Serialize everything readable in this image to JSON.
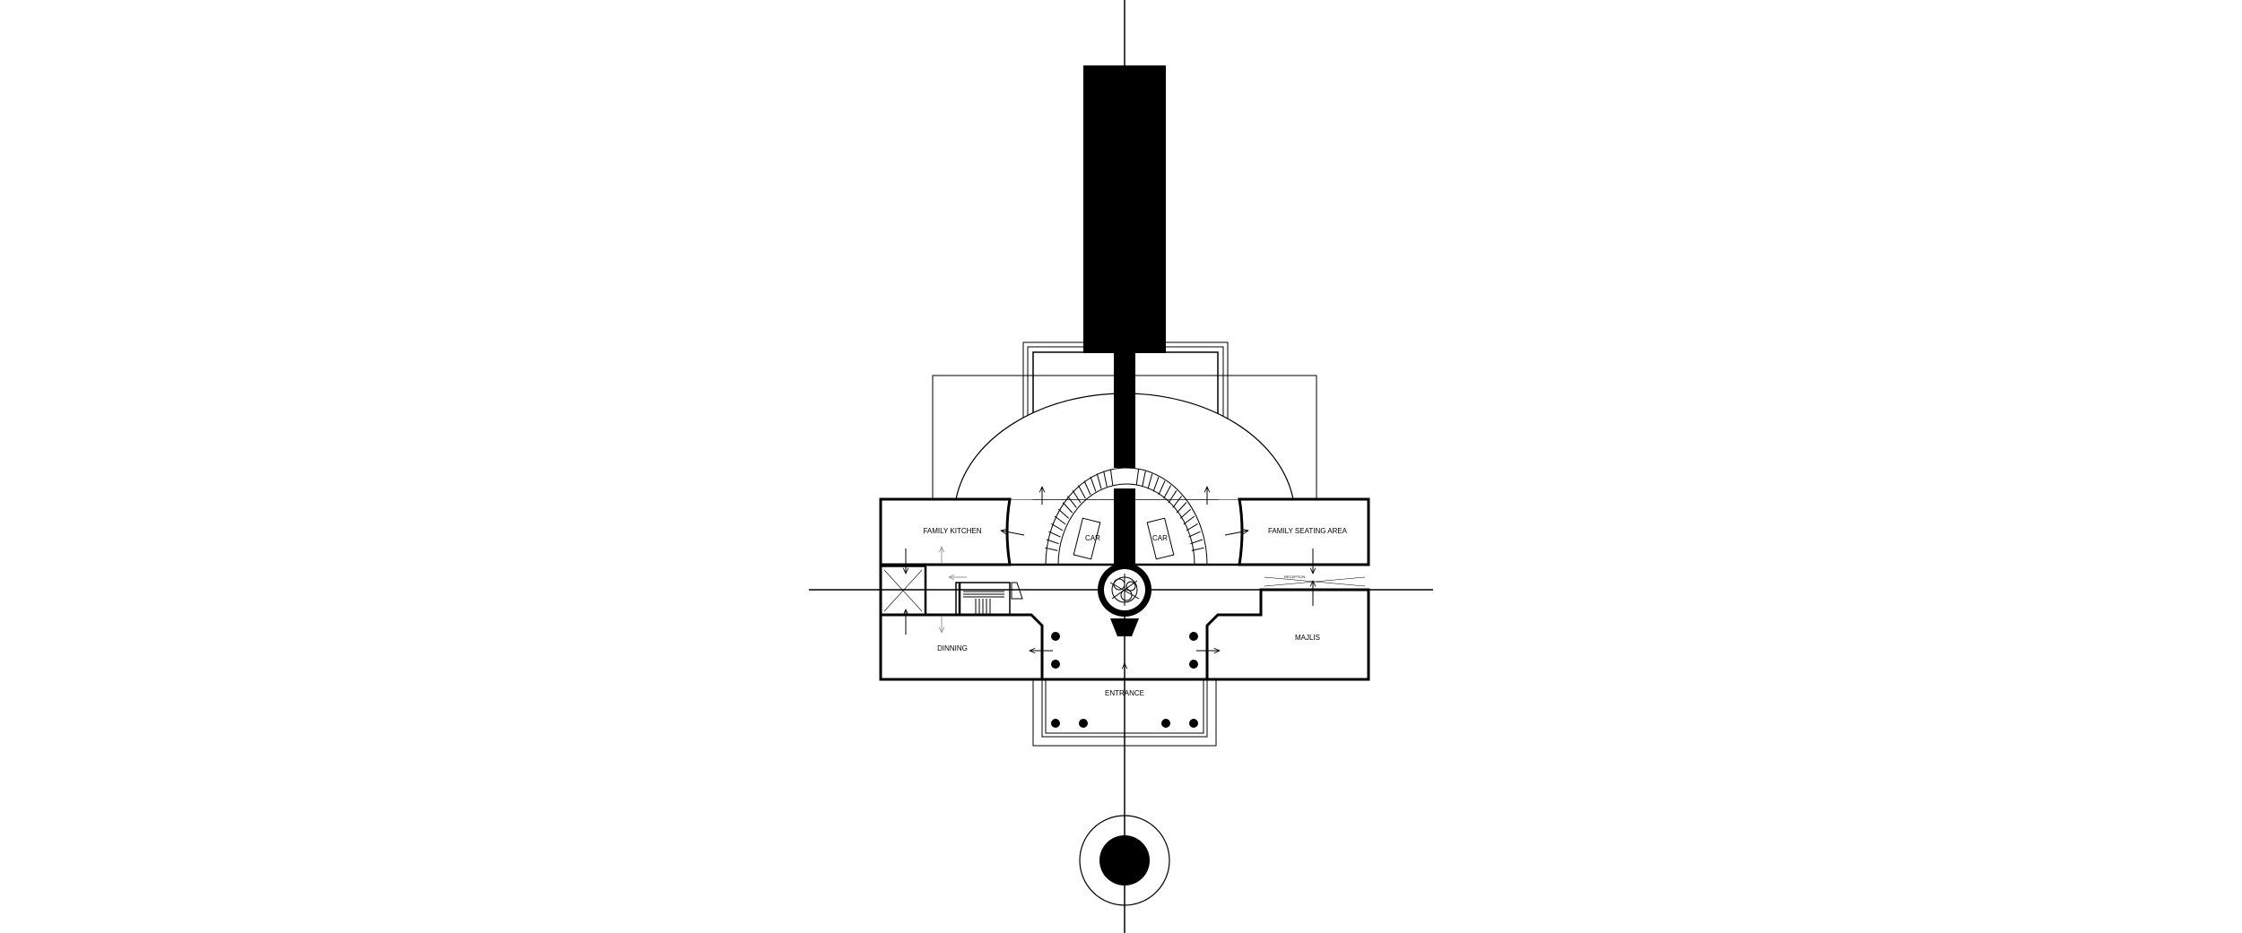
{
  "labels": {
    "family_kitchen": "FAMILY KITCHEN",
    "family_seating": "FAMILY SEATING AREA",
    "dinning": "DINNING",
    "majlis": "MAJLIS",
    "entrance": "ENTRANCE",
    "car_left": "CAR",
    "car_right": "CAR"
  },
  "colors": {
    "ink": "#000000",
    "paper": "#ffffff"
  }
}
